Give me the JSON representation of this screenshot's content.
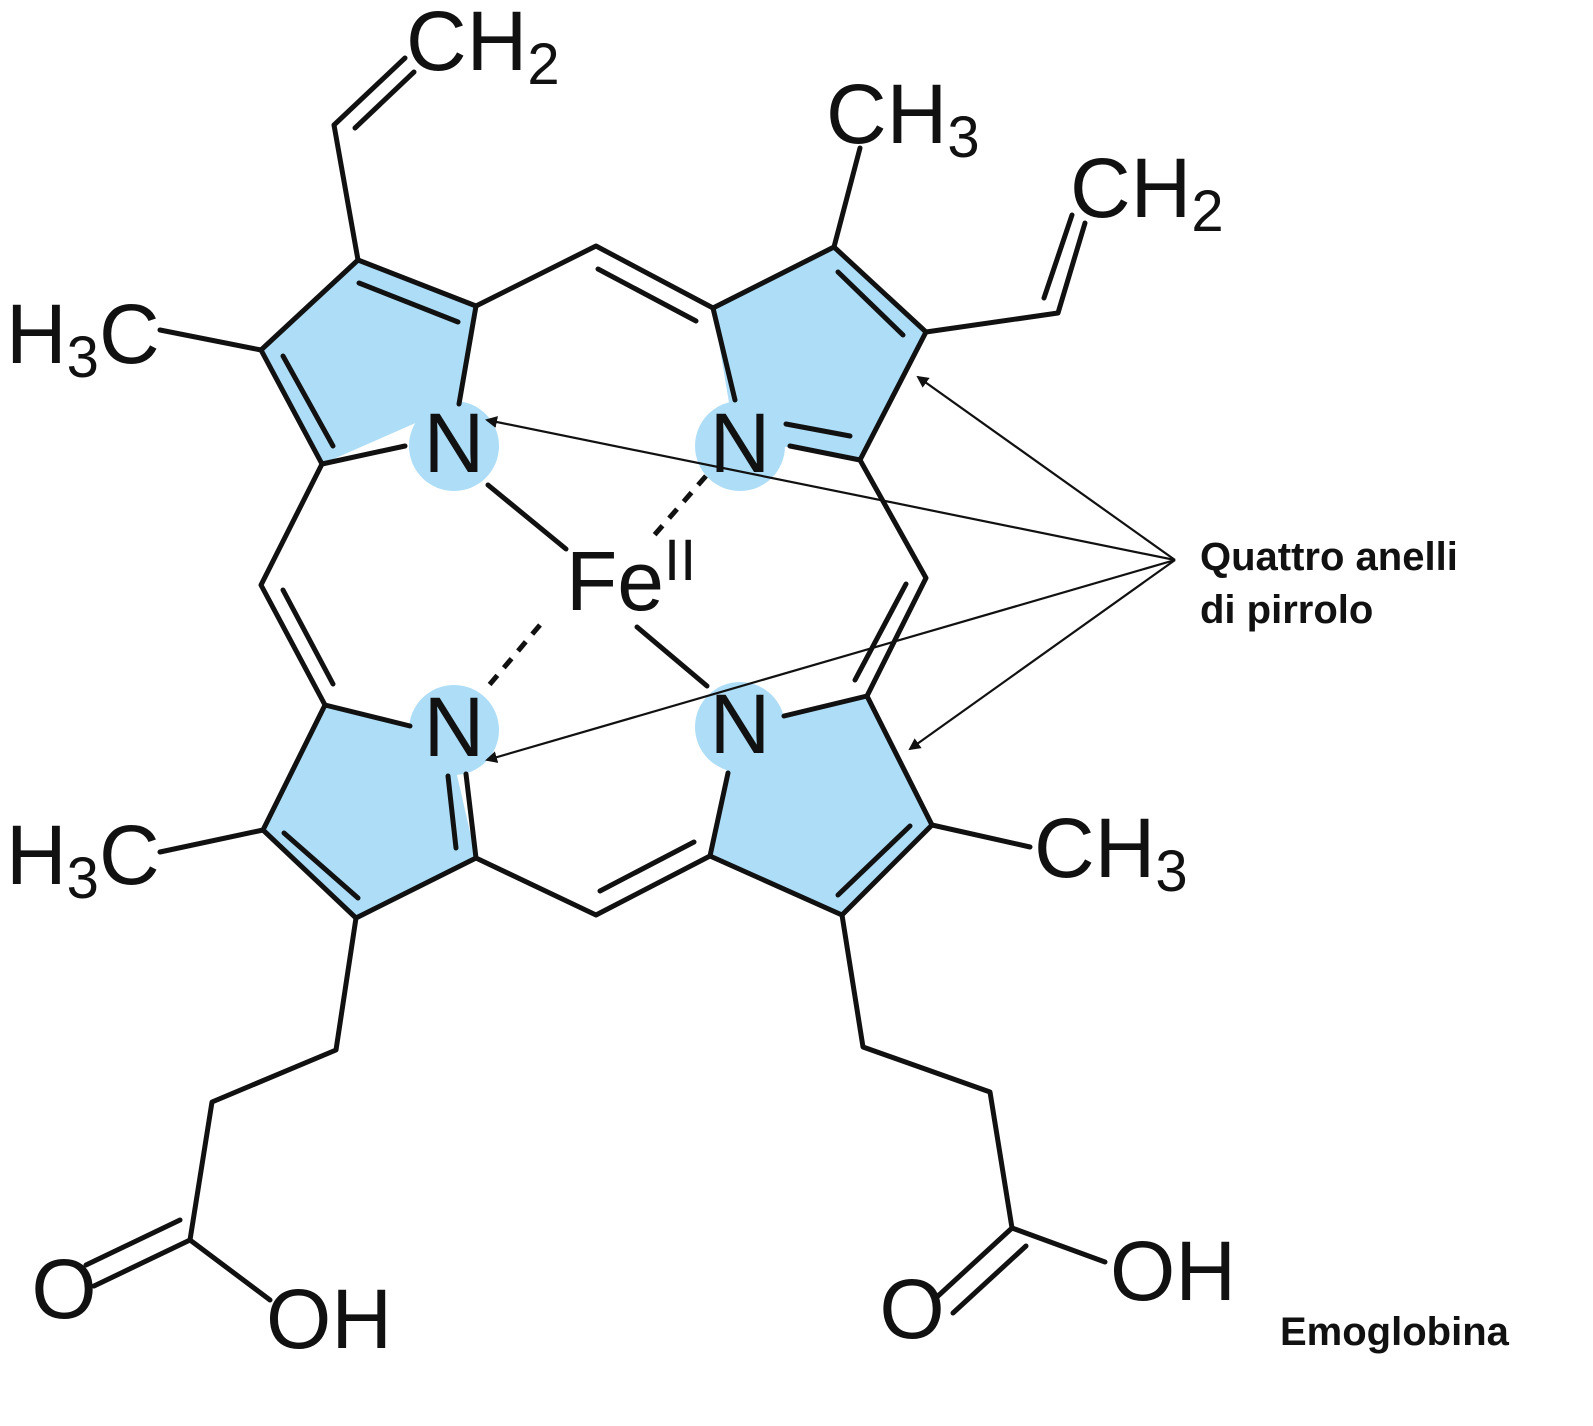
{
  "molecule": {
    "metal": {
      "symbol": "Fe",
      "oxidation": "II"
    },
    "nitrogen": "N",
    "vinyl_top_left": {
      "base": "CH",
      "sub": "2"
    },
    "vinyl_top_right": {
      "base": "CH",
      "sub": "2"
    },
    "methyl_top": {
      "base": "CH",
      "sub": "3"
    },
    "methyl_left_upper": {
      "prefix": "H",
      "sub": "3",
      "base": "C"
    },
    "methyl_left_lower": {
      "prefix": "H",
      "sub": "3",
      "base": "C"
    },
    "methyl_right_lower": {
      "base": "CH",
      "sub": "3"
    },
    "carboxyl_left": {
      "oxygen": "O",
      "hydroxyl": "OH"
    },
    "carboxyl_right": {
      "oxygen": "O",
      "hydroxyl": "OH"
    }
  },
  "annotation": {
    "line1": "Quattro anelli",
    "line2": "di pirrolo"
  },
  "caption": "Emoglobina",
  "colors": {
    "ring_fill": "#ADDDF7",
    "nitrogen_highlight": "#ADDDF7",
    "stroke": "#111111"
  }
}
